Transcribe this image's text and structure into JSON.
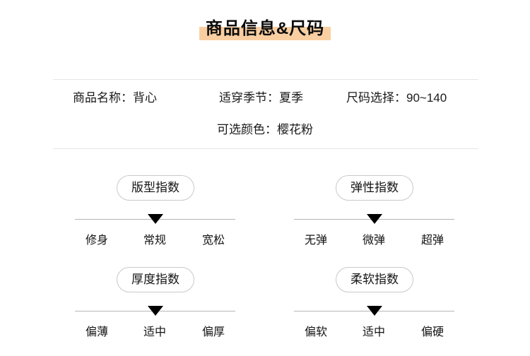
{
  "title": "商品信息&尺码",
  "colors": {
    "title_highlight": "#f9cfa2",
    "divider": "#e5e5e5",
    "scale_line": "#b5b5b5",
    "pill_border": "#c9c9c9",
    "marker": "#000000",
    "text": "#1a1a1a"
  },
  "info": {
    "row1": [
      {
        "label": "商品名称：",
        "value": "背心"
      },
      {
        "label": "适穿季节：",
        "value": "夏季"
      },
      {
        "label": "尺码选择：",
        "value": "90~140"
      }
    ],
    "row2": {
      "label": "可选颜色：",
      "value": "樱花粉"
    }
  },
  "indices": [
    {
      "name": "版型指数",
      "options": [
        "修身",
        "常规",
        "宽松"
      ],
      "selected": "常规",
      "selected_index": 1
    },
    {
      "name": "弹性指数",
      "options": [
        "无弹",
        "微弹",
        "超弹"
      ],
      "selected": "微弹",
      "selected_index": 1
    },
    {
      "name": "厚度指数",
      "options": [
        "偏薄",
        "适中",
        "偏厚"
      ],
      "selected": "适中",
      "selected_index": 1
    },
    {
      "name": "柔软指数",
      "options": [
        "偏软",
        "适中",
        "偏硬"
      ],
      "selected": "适中",
      "selected_index": 1
    }
  ]
}
